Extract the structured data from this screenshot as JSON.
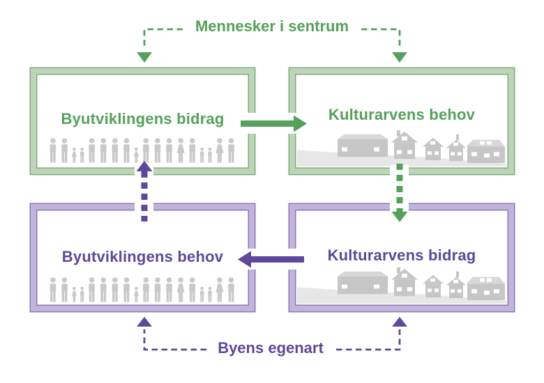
{
  "diagram": {
    "top_label": "Mennesker i sentrum",
    "bottom_label": "Byens egenart",
    "boxes": {
      "top_left": {
        "title": "Byutviklingens bidrag",
        "theme": "green",
        "icon": "people-row"
      },
      "top_right": {
        "title": "Kulturarvens behov",
        "theme": "green",
        "icon": "townscape"
      },
      "bottom_left": {
        "title": "Byutviklingens behov",
        "theme": "purple",
        "icon": "people-row"
      },
      "bottom_right": {
        "title": "Kulturarvens bidrag",
        "theme": "purple",
        "icon": "townscape"
      }
    },
    "connections": [
      {
        "from": "top_left",
        "to": "top_right",
        "style": "solid",
        "color": "green"
      },
      {
        "from": "top_right",
        "to": "bottom_right",
        "style": "dotted",
        "color": "green"
      },
      {
        "from": "bottom_right",
        "to": "bottom_left",
        "style": "solid",
        "color": "purple"
      },
      {
        "from": "bottom_left",
        "to": "top_left",
        "style": "dotted",
        "color": "purple"
      },
      {
        "from": "top_label",
        "to": "top_left",
        "style": "dashed",
        "color": "green"
      },
      {
        "from": "top_label",
        "to": "top_right",
        "style": "dashed",
        "color": "green"
      },
      {
        "from": "bottom_label",
        "to": "bottom_left",
        "style": "dashed",
        "color": "purple"
      },
      {
        "from": "bottom_label",
        "to": "bottom_right",
        "style": "dashed",
        "color": "purple"
      }
    ]
  },
  "icons": {
    "people_pattern": [
      "man",
      "man",
      "girl",
      "boy",
      "man",
      "man",
      "man",
      "man",
      "girl",
      "man",
      "man",
      "man",
      "woman",
      "man",
      "boy",
      "boy",
      "woman",
      "man"
    ],
    "townscape_buildings": [
      "barn",
      "tall-house",
      "house",
      "house-with-chimney",
      "long-house"
    ]
  },
  "colors": {
    "green": "#55a05a",
    "green_fill": "#bdd4b7",
    "green_line": "#7dac7f",
    "purple": "#5d489a",
    "purple_fill": "#c2b3da",
    "purple_line": "#8a78b6",
    "figure_gray": "#c9c9c9",
    "building_gray": "#c6c6c6",
    "roof_gray": "#d7d7d7",
    "ground_gray": "#e7e7e7"
  }
}
